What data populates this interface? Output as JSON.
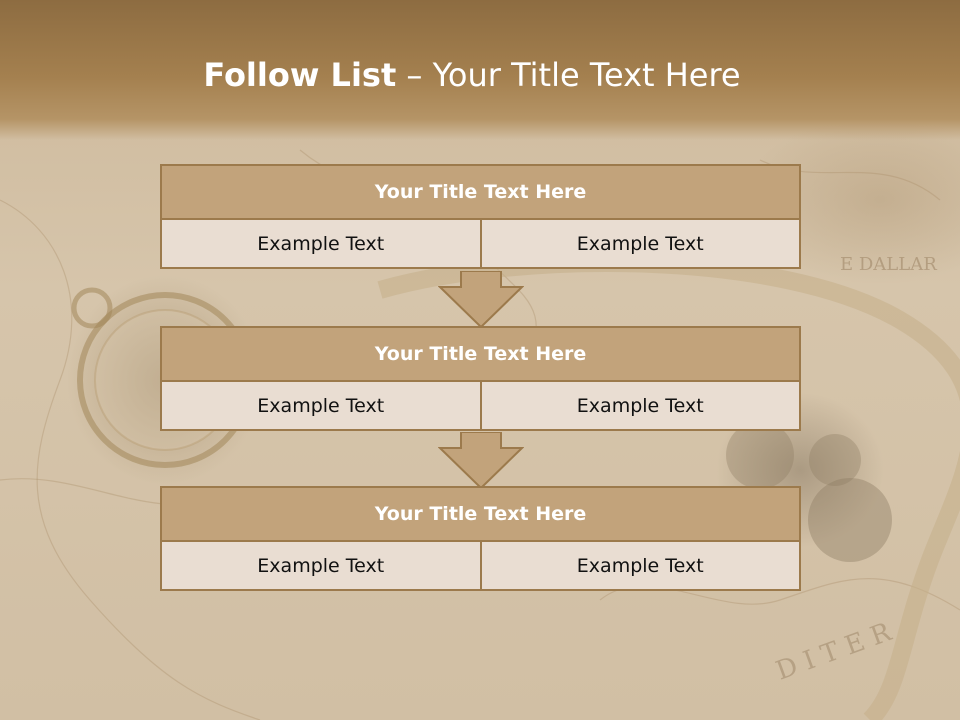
{
  "slide": {
    "title_bold": "Follow List",
    "title_rest": "– Your Title Text Here",
    "colors": {
      "header": "#a4804f",
      "box_head": "#c2a37b",
      "box_cell": "#e9ddd2",
      "border": "#9c7a4c"
    }
  },
  "groups": [
    {
      "heading": "Your Title Text Here",
      "left": "Example Text",
      "right": "Example Text"
    },
    {
      "heading": "Your Title Text Here",
      "left": "Example Text",
      "right": "Example Text"
    },
    {
      "heading": "Your Title Text Here",
      "left": "Example Text",
      "right": "Example Text"
    }
  ]
}
